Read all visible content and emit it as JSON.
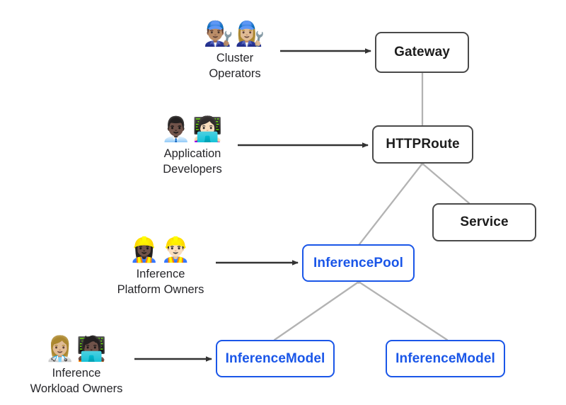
{
  "diagram": {
    "title": "Gateway API Inference Extension resource model",
    "background": "#ffffff",
    "colors": {
      "node_dark_border": "#4a4a4a",
      "node_dark_text": "#1d1d1d",
      "node_blue_border": "#1a56e8",
      "node_blue_text": "#1a56e8",
      "arrow": "#333333",
      "edge_line": "#b3b3b3",
      "label_text": "#26262a"
    }
  },
  "nodes": [
    {
      "id": "gateway",
      "label": "Gateway",
      "style": "dark"
    },
    {
      "id": "httproute",
      "label": "HTTPRoute",
      "style": "dark"
    },
    {
      "id": "service",
      "label": "Service",
      "style": "dark"
    },
    {
      "id": "inferencepool",
      "label": "InferencePool",
      "style": "blue"
    },
    {
      "id": "inferencemodel_left",
      "label": "InferenceModel",
      "style": "blue"
    },
    {
      "id": "inferencemodel_right",
      "label": "InferenceModel",
      "style": "blue"
    }
  ],
  "actors": [
    {
      "id": "cluster_operators",
      "emoji": "👨🏽‍🔧👩🏼‍🔧",
      "emoji_names": [
        "man-mechanic-icon",
        "woman-mechanic-icon"
      ],
      "line1": "Cluster",
      "line2": "Operators",
      "targets_node": "gateway"
    },
    {
      "id": "application_developers",
      "emoji": "👨🏿‍💼👩🏻‍💻",
      "emoji_names": [
        "man-office-worker-icon",
        "woman-technologist-icon"
      ],
      "line1": "Application",
      "line2": "Developers",
      "targets_node": "httproute"
    },
    {
      "id": "inference_platform_owners",
      "emoji": "👷🏿‍♀️👷🏻‍♂️",
      "emoji_names": [
        "woman-construction-worker-icon",
        "man-construction-worker-icon"
      ],
      "line1": "Inference",
      "line2": "Platform Owners",
      "targets_node": "inferencepool"
    },
    {
      "id": "inference_workload_owners",
      "emoji": "👩🏼‍⚕️🧑🏿‍💻",
      "emoji_names": [
        "woman-health-worker-icon",
        "technologist-icon"
      ],
      "line1": "Inference",
      "line2": "Workload Owners",
      "targets_node": "inferencemodel_left"
    }
  ],
  "edges": [
    {
      "id": "gateway_to_httproute",
      "from": "gateway",
      "to": "httproute",
      "kind": "link"
    },
    {
      "id": "httproute_to_inferencepool",
      "from": "httproute",
      "to": "inferencepool",
      "kind": "link"
    },
    {
      "id": "httproute_to_service",
      "from": "httproute",
      "to": "service",
      "kind": "link"
    },
    {
      "id": "inferencepool_to_model_left",
      "from": "inferencepool",
      "to": "inferencemodel_left",
      "kind": "link"
    },
    {
      "id": "inferencepool_to_model_right",
      "from": "inferencepool",
      "to": "inferencemodel_right",
      "kind": "link"
    }
  ],
  "arrows": [
    {
      "id": "arrow_cluster_operators_to_gateway",
      "from_actor": "cluster_operators",
      "to_node": "gateway"
    },
    {
      "id": "arrow_application_developers_to_httproute",
      "from_actor": "application_developers",
      "to_node": "httproute"
    },
    {
      "id": "arrow_platform_owners_to_inferencepool",
      "from_actor": "inference_platform_owners",
      "to_node": "inferencepool"
    },
    {
      "id": "arrow_workload_owners_to_inferencemodel",
      "from_actor": "inference_workload_owners",
      "to_node": "inferencemodel_left"
    }
  ]
}
